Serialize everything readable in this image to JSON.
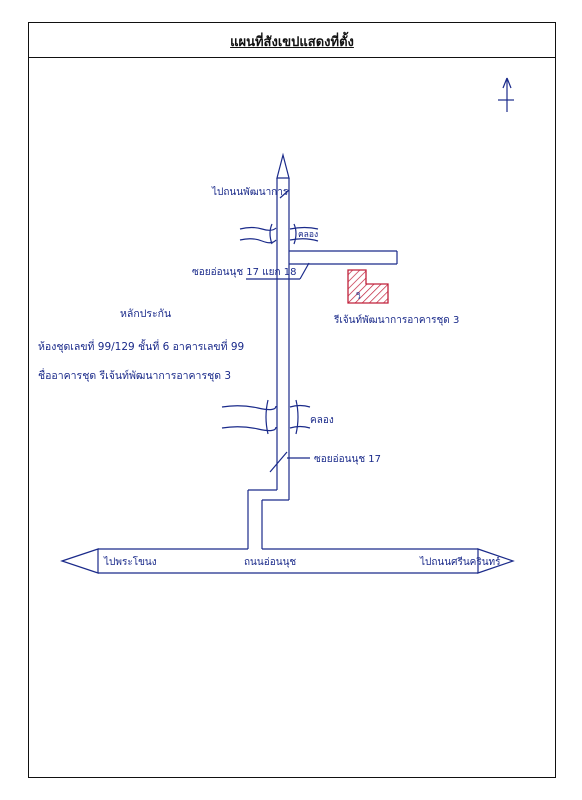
{
  "title": "แผนที่สังเขปแสดงที่ตั้ง",
  "labels": {
    "north_road": "ไปถนนพัฒนาการ",
    "canal_upper": "คลอง",
    "canal_lower": "คลอง",
    "soi_17_yaek_18": "ซอยอ่อนนุช 17 แยก 18",
    "soi_17": "ซอยอ่อนนุช 17",
    "main_road": "ถนนอ่อนนุช",
    "to_phra_khanong": "ไปพระโขนง",
    "to_srinakarin": "ไปถนนศรีนครินทร์",
    "building_mark": "วิ",
    "building_name": "รีเจ้นท์พัฒนาการอาคารชุด 3"
  },
  "collateral": {
    "heading": "หลักประกัน",
    "line1": "ห้องชุดเลขที่ 99/129 ชั้นที่ 6 อาคารเลขที่ 99",
    "line2": "ชื่ออาคารชุด รีเจ้นท์พัฒนาการอาคารชุด 3"
  },
  "colors": {
    "ink": "#1a2a8a",
    "hatch": "#c0203a",
    "frame": "#111111"
  },
  "icons": {
    "north_arrow": "north-arrow-icon"
  }
}
